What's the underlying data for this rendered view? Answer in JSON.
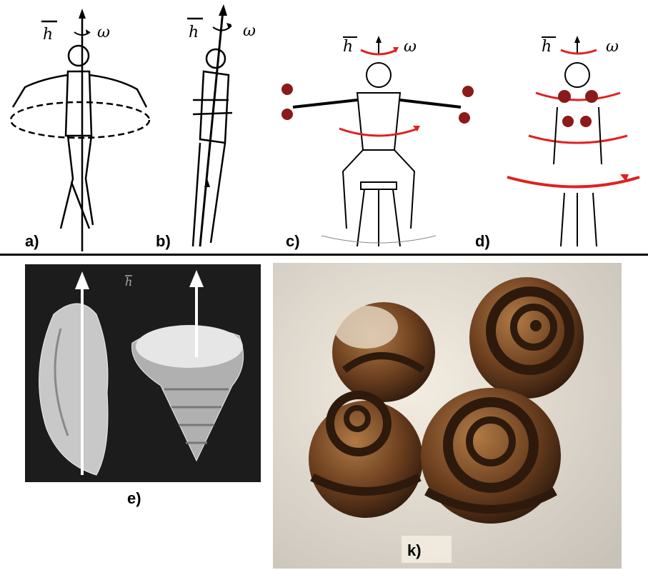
{
  "panels": [
    {
      "id": "a",
      "label": "a)",
      "symbols": {
        "h": "h",
        "omega": "ω"
      }
    },
    {
      "id": "b",
      "label": "b)",
      "symbols": {
        "h": "h",
        "omega": "ω"
      }
    },
    {
      "id": "c",
      "label": "c)",
      "symbols": {
        "h": "h",
        "omega": "ω"
      }
    },
    {
      "id": "d",
      "label": "d)",
      "symbols": {
        "h": "h",
        "omega": "ω"
      }
    },
    {
      "id": "e",
      "label": "e)",
      "symbols": {
        "h": "h"
      }
    },
    {
      "id": "k",
      "label": "k)"
    }
  ],
  "colors": {
    "rotation_arrow": "#e02020",
    "outline": "#000000",
    "shell_bg": "#1c1c1c",
    "snail_brown": "#6b3e1e"
  }
}
